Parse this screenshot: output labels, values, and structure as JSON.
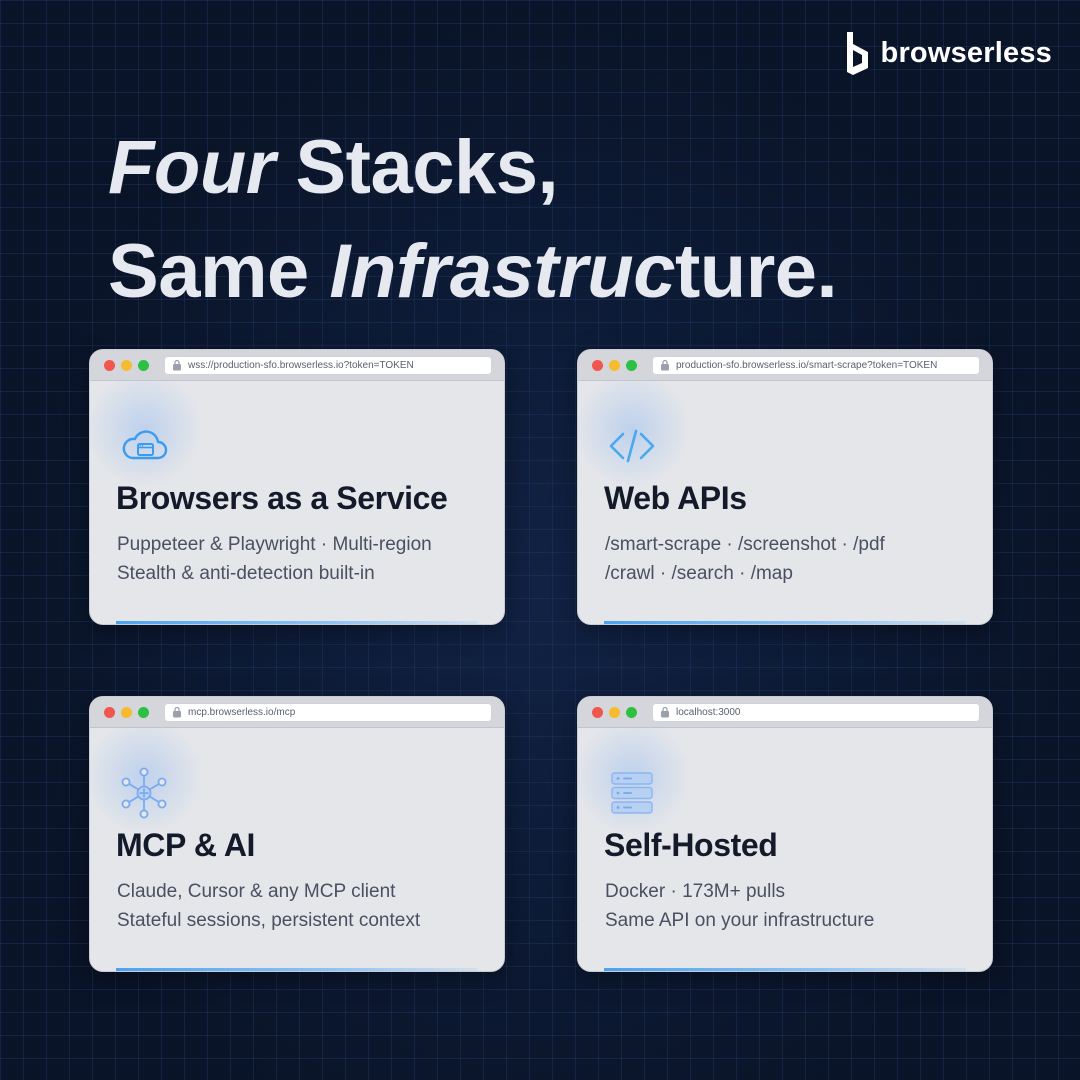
{
  "brand": {
    "name": "browserless"
  },
  "headline": {
    "line1": [
      {
        "text": "Four",
        "italic": true
      },
      {
        "text": " Stacks,",
        "italic": false
      }
    ],
    "line2": [
      {
        "text": "Same ",
        "italic": false
      },
      {
        "text": "Infrastruc",
        "italic": true
      },
      {
        "text": "ture.",
        "italic": false
      }
    ]
  },
  "colors": {
    "accent": "#4aa3f0",
    "background": "#0a1428",
    "card": "#e4e6ea",
    "title": "#141a2a"
  },
  "cards": [
    {
      "url": "wss://production-sfo.browserless.io?token=TOKEN",
      "icon": "cloud-browser-icon",
      "title": "Browsers as a Service",
      "lines": [
        "Puppeteer & Playwright · Multi-region",
        "Stealth & anti-detection built-in"
      ]
    },
    {
      "url": "production-sfo.browserless.io/smart-scrape?token=TOKEN",
      "icon": "code-brackets-icon",
      "title": "Web APIs",
      "lines": [
        "/smart-scrape · /screenshot · /pdf",
        "/crawl · /search · /map"
      ]
    },
    {
      "url": "mcp.browserless.io/mcp",
      "icon": "network-hub-icon",
      "title": "MCP & AI",
      "lines": [
        "Claude, Cursor & any MCP client",
        "Stateful sessions, persistent context"
      ]
    },
    {
      "url": "localhost:3000",
      "icon": "server-stack-icon",
      "title": "Self-Hosted",
      "lines": [
        "Docker · 173M+ pulls",
        "Same API on your infrastructure"
      ]
    }
  ]
}
